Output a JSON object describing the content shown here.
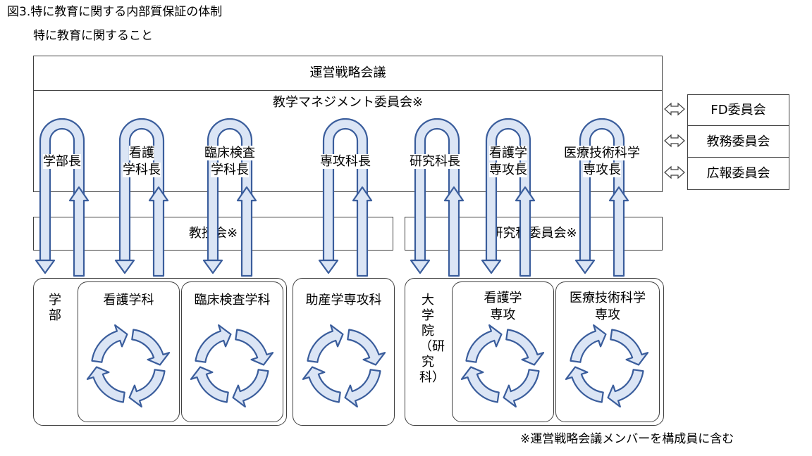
{
  "figure_title": "図3.特に教育に関する内部質保証の体制",
  "subtitle": "特に教育に関すること",
  "top_box": "運営戦略会議",
  "committee_box": "教学マネジメント委員会※",
  "loop_labels": [
    "学部長",
    "看護\n学科長",
    "臨床検査\n学科長",
    "専攻科長",
    "研究科長",
    "看護学\n専攻長",
    "医療技術科学\n専攻長"
  ],
  "side_committees": [
    "FD委員会",
    "教務委員会",
    "広報委員会"
  ],
  "faculty_meeting": "教授会※",
  "graduate_meeting": "研究科委員会※",
  "undergrad_label": "学部",
  "dept_nursing": "看護学科",
  "dept_clinical": "臨床検査学科",
  "dept_midwifery": "助産学専攻科",
  "grad_label": "大学院（研究科）",
  "grad_nursing": "看護学\n専攻",
  "grad_medtech": "医療技術科学\n専攻",
  "footnote": "※運営戦略会議メンバーを構成員に含む",
  "accent_fill": "#dbe5f5",
  "accent_stroke": "#3a5d9c"
}
